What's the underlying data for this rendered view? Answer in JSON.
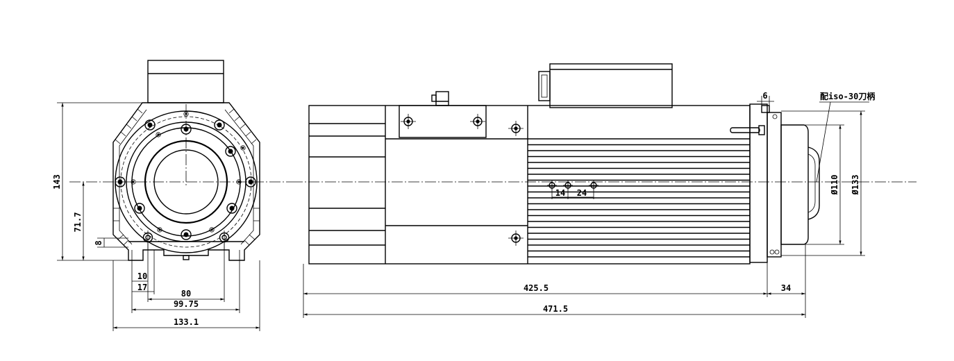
{
  "dimensions": {
    "end_height": "143",
    "end_center_height": "71.7",
    "end_foot_height": "8",
    "end_slot_10": "10",
    "end_slot_17": "17",
    "end_foot_spacing": "80",
    "end_foot_outer": "99.75",
    "end_width": "133.1",
    "flange_step": "6",
    "tool_holder_note": "配iso-30刀柄",
    "dia_110": "Ø110",
    "dia_133": "Ø133",
    "hole_14": "14",
    "hole_24": "24",
    "body_length": "425.5",
    "nose_length": "34",
    "total_length": "471.5"
  },
  "colors": {
    "line": "#000000",
    "background": "#ffffff"
  }
}
